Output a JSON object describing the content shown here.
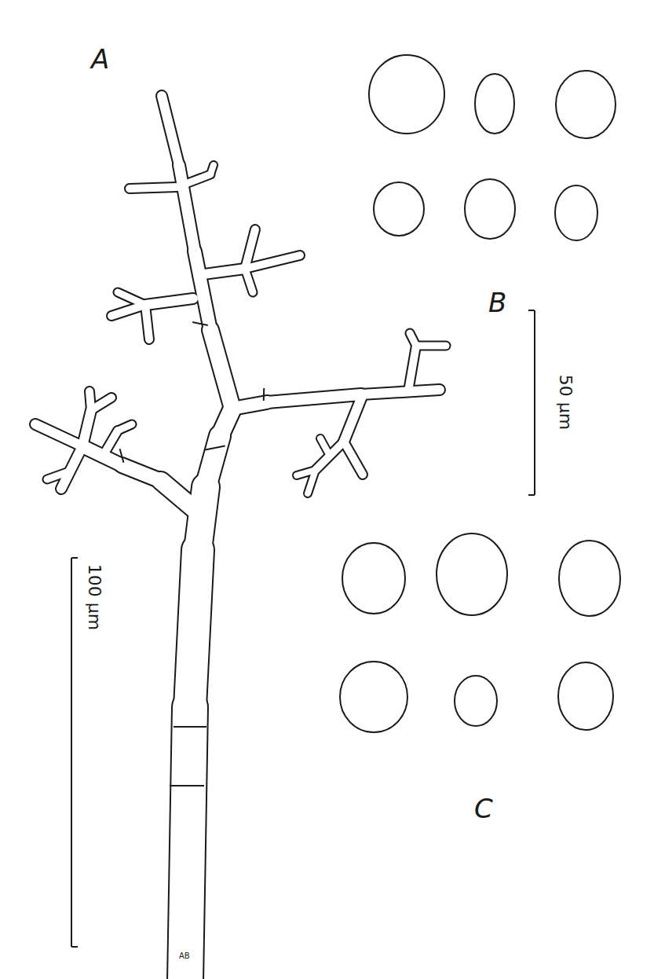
{
  "diagram": {
    "labels": [
      "A",
      "B",
      "50 µm",
      "100 µm",
      "C",
      "AB"
    ]
  }
}
